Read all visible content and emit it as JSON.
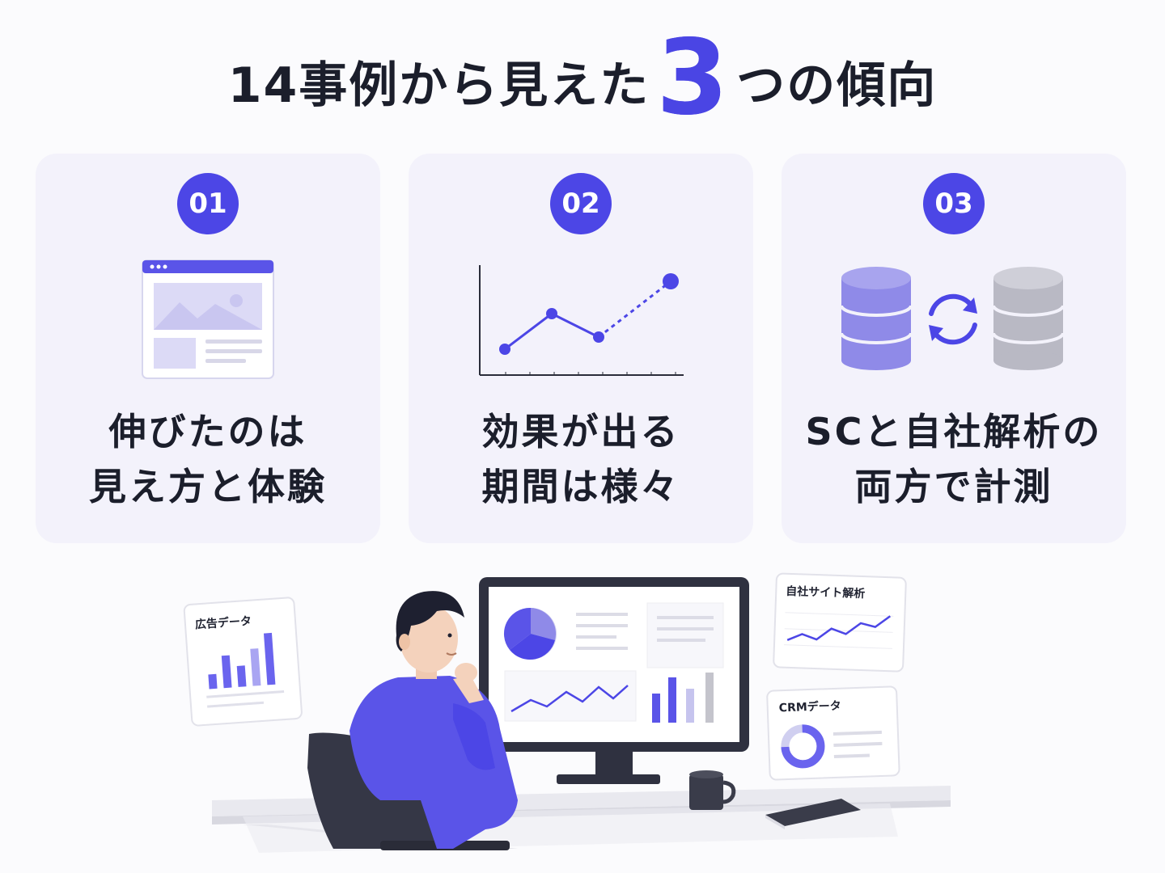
{
  "title": {
    "prefix": "14事例から見えた",
    "number": "3",
    "suffix": "つの傾向"
  },
  "cards": [
    {
      "number": "01",
      "line1": "伸びたのは",
      "line2": "見え方と体験",
      "icon": "webpage-icon"
    },
    {
      "number": "02",
      "line1": "効果が出る",
      "line2": "期間は様々",
      "icon": "line-chart-icon"
    },
    {
      "number": "03",
      "line1": "SCと自社解析の",
      "line2": "両方で計測",
      "icon": "database-sync-icon"
    }
  ],
  "illustration": {
    "panels": {
      "ad_data": "広告データ",
      "site_analytics": "自社サイト解析",
      "crm_data": "CRMデータ"
    }
  },
  "colors": {
    "accent": "#4c46e6",
    "card_bg": "#f3f2fb",
    "text": "#1b1e2b"
  }
}
